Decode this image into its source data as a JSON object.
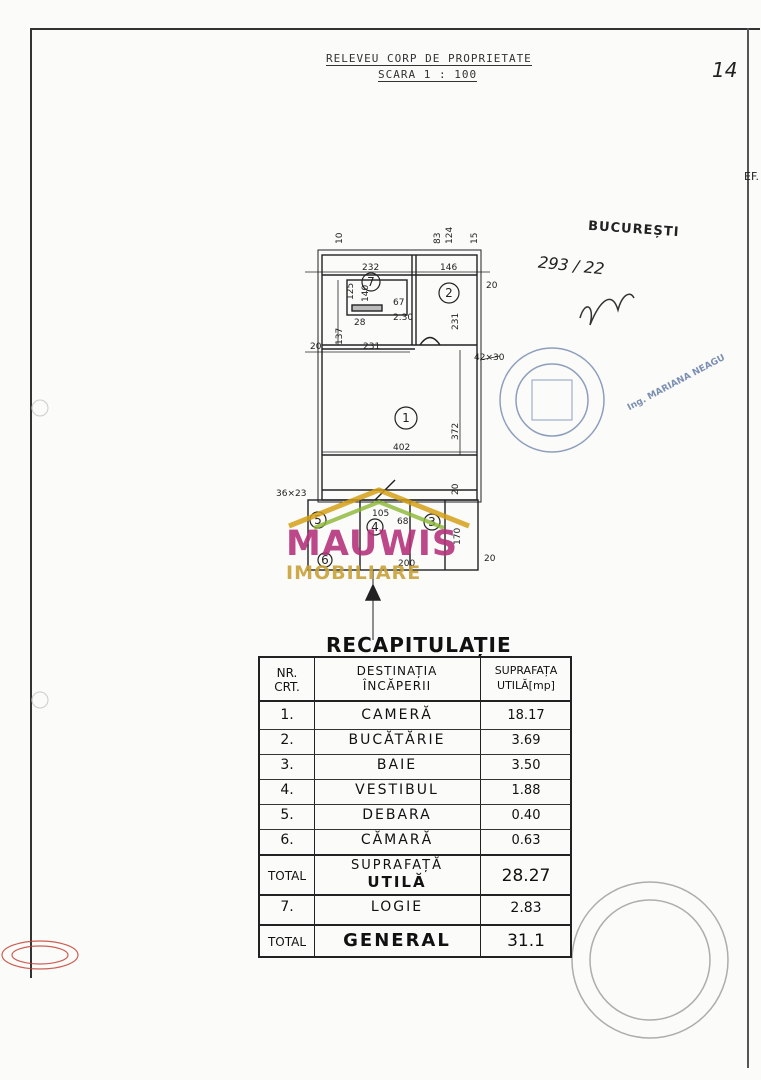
{
  "header": {
    "title": "RELEVEU CORP DE PROPRIETATE",
    "scale": "SCARA   1 : 100",
    "page_number": "14",
    "corner_mark": "EF."
  },
  "annotations": {
    "city": "BUCUREȘTI",
    "file_no": "293 / 22",
    "stamp_name": "Ing. MARIANA NEAGU"
  },
  "plan": {
    "rooms": [
      "1",
      "2",
      "3",
      "4",
      "5",
      "6",
      "7"
    ],
    "dimensions": [
      "232",
      "146",
      "125",
      "140",
      "67",
      "2.30",
      "231",
      "231",
      "20",
      "402",
      "372",
      "20",
      "36×23",
      "105",
      "68",
      "170",
      "20",
      "200",
      "42×30",
      "83",
      "124",
      "137",
      "10",
      "20",
      "28",
      "15"
    ]
  },
  "logo": {
    "line1": "MAUWIS",
    "line2": "IMOBILIARE"
  },
  "recap": {
    "title": "RECAPITULAȚIE",
    "headers": {
      "nr": "NR.\nCRT.",
      "nr_a": "NR.",
      "nr_b": "CRT.",
      "dest_a": "DESTINAȚIA",
      "dest_b": "ÎNCĂPERII",
      "area_a": "SUPRAFAȚA",
      "area_b": "UTILĂ[mp]"
    },
    "rows": [
      {
        "nr": "1.",
        "name": "CAMERĂ",
        "area": "18.17"
      },
      {
        "nr": "2.",
        "name": "BUCĂTĂRIE",
        "area": "3.69"
      },
      {
        "nr": "3.",
        "name": "BAIE",
        "area": "3.50"
      },
      {
        "nr": "4.",
        "name": "VESTIBUL",
        "area": "1.88"
      },
      {
        "nr": "5.",
        "name": "DEBARA",
        "area": "0.40"
      },
      {
        "nr": "6.",
        "name": "CĂMARĂ",
        "area": "0.63"
      }
    ],
    "total_label": "TOTAL",
    "total_name_a": "SUPRAFAȚĂ",
    "total_name_b": "UTILĂ",
    "total_area": "28.27",
    "logia": {
      "nr": "7.",
      "name": "LOGIE",
      "area": "2.83"
    },
    "general_label": "TOTAL",
    "general_name": "GENERAL",
    "general_area": "31.1"
  },
  "colors": {
    "ink": "#222222",
    "stamp_blue": "#7b8fb3",
    "stamp_red": "#c0392b",
    "logo_magenta": "#b5307a",
    "logo_gold": "#d4a017"
  }
}
